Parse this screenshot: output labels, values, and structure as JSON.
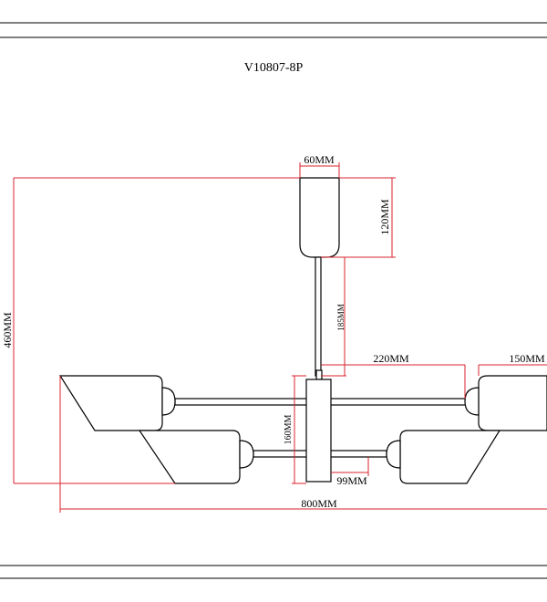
{
  "drawing": {
    "model_code": "V10807-8P",
    "dimension_color": "#d9232e",
    "outline_color": "#000000",
    "dimensions": {
      "shade_width": "60MM",
      "shade_height": "120MM",
      "rod_length": "185MM",
      "total_height": "460MM",
      "arm_length": "220MM",
      "shade_length": "150MM",
      "body_height": "160MM",
      "lower_offset": "99MM",
      "total_width": "800MM"
    }
  }
}
